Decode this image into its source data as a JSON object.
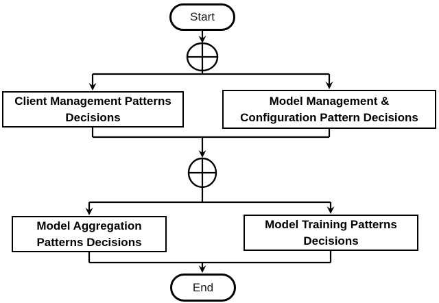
{
  "diagram": {
    "type": "flowchart",
    "terminals": {
      "start_label": "Start",
      "end_label": "End"
    },
    "gateways": [
      {
        "icon": "circled-plus-xor-gateway-icon"
      },
      {
        "icon": "circled-plus-xor-gateway-icon"
      }
    ],
    "boxes": [
      {
        "line1": "Client Management Patterns",
        "line2": "Decisions"
      },
      {
        "line1": "Model Management &",
        "line2": "Configuration Pattern Decisions"
      },
      {
        "line1": "Model Aggregation",
        "line2": "Patterns Decisions"
      },
      {
        "line1": "Model Training Patterns",
        "line2": "Decisions"
      }
    ],
    "flow": [
      "Start -> XOR gateway 1",
      "XOR gateway 1 -> Client Management Patterns Decisions",
      "XOR gateway 1 -> Model Management & Configuration Pattern Decisions",
      "Client Management Patterns Decisions -> XOR gateway 2",
      "Model Management & Configuration Pattern Decisions -> XOR gateway 2",
      "XOR gateway 2 -> Model Aggregation Patterns Decisions",
      "XOR gateway 2 -> Model Training Patterns Decisions",
      "Model Aggregation Patterns Decisions -> End",
      "Model Training Patterns Decisions -> End"
    ],
    "colors": {
      "stroke": "#000000",
      "background": "#ffffff",
      "text": "#000000"
    }
  }
}
